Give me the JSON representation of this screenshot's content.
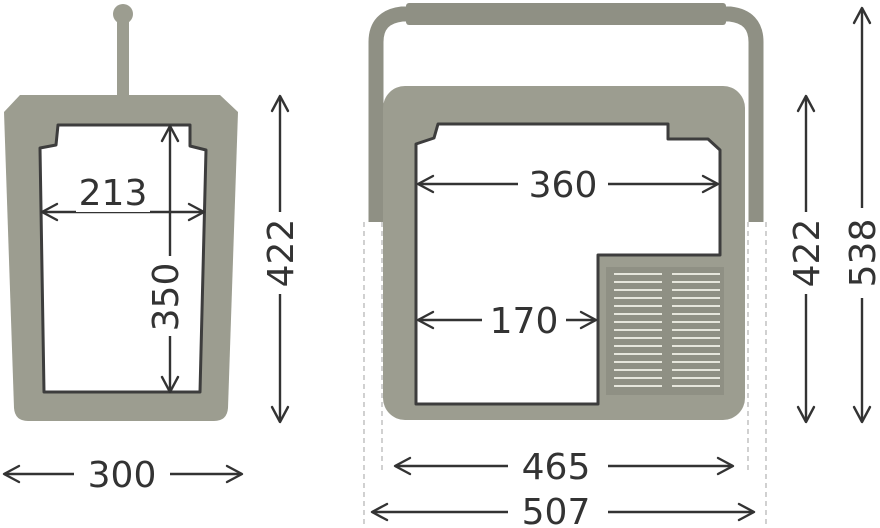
{
  "colors": {
    "body": "#9c9d90",
    "body_dark": "#8f9084",
    "outline": "#3d3d3d",
    "interior": "#ffffff",
    "arrow": "#333333",
    "vent": "#e6e6dc",
    "guide": "#bdbdbd"
  },
  "side_view": {
    "inner_width": "213",
    "inner_height": "350",
    "outer_height": "422",
    "outer_width": "300"
  },
  "front_view": {
    "inner_width": "360",
    "shelf_width": "170",
    "body_height": "422",
    "total_height": "538",
    "body_width": "465",
    "total_width": "507"
  }
}
